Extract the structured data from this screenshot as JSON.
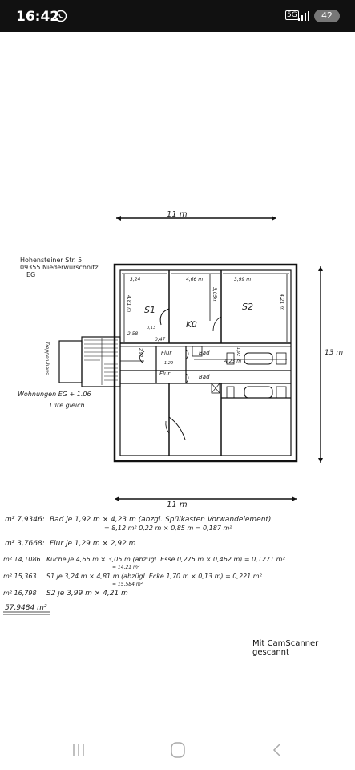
{
  "status_bar": {
    "time": "16:42",
    "network": "5G",
    "battery": "42",
    "icons": [
      "whatsapp-icon",
      "signal-icon",
      "battery-icon"
    ]
  },
  "document": {
    "address_line1": "Hohensteiner Str. 5",
    "address_line2": "09355 Niederwürschnitz",
    "address_line3": "EG",
    "dim_top": "11 m",
    "dim_bottom": "11 m",
    "dim_right": "13 m",
    "rooms": {
      "s1": "S1",
      "kue": "Kü",
      "s2": "S2",
      "flur1": "Flur",
      "flur2": "Flur",
      "bad1": "Bad",
      "bad2": "Bad",
      "treppenhaus": "Treppen-haus"
    },
    "measures": {
      "m1": "3,24",
      "m2": "4,66 m",
      "m3": "3,99 m",
      "m4": "4,21 m",
      "m5": "4,81 m",
      "m6": "3,05m",
      "m7": "2,58",
      "m8": "0,47",
      "m9": "0,13",
      "m10": "4,23 m",
      "m11": "1,92",
      "m12": "1,29",
      "m13": "2,92"
    },
    "note1": "Wohnungen EG + 1.06",
    "note2": "Lilre gleich",
    "calc": [
      {
        "prefix": "m² 7,9346:",
        "text": "Bad je 1,92 m × 4,23 m (abzgl. Spülkasten Vorwandelement)",
        "sub": "= 8,12 m²        0,22 m × 0,85 m = 0,187 m²"
      },
      {
        "prefix": "m² 3,7668:",
        "text": "Flur je 1,29 m × 2,92 m",
        "sub": ""
      },
      {
        "prefix": "m² 14,1086",
        "text": "Küche je 4,66 m × 3,05 m (abzügl. Esse 0,275 m × 0,462 m) = 0,1271 m²",
        "sub": "= 14,21 m²"
      },
      {
        "prefix": "m² 15,363",
        "text": "S1 je 3,24 m × 4,81 m (abzügl. Ecke 1,70 m × 0,13 m) = 0,221 m²",
        "sub": "= 15,584 m²"
      },
      {
        "prefix": "m² 16,798",
        "text": "S2 je 3,99 m × 4,21 m",
        "sub": ""
      }
    ],
    "total": "57,9484 m²",
    "scanner_note": "Mit CamScanner gescannt"
  },
  "nav_bar": {
    "recent": "recent-apps-icon",
    "home": "home-icon",
    "back": "back-icon"
  }
}
